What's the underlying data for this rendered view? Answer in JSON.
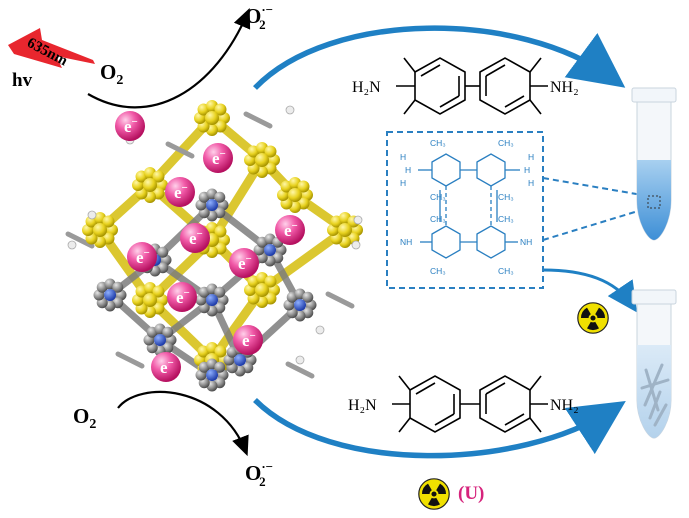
{
  "light": {
    "wavelength": "635nm",
    "symbol": "hv"
  },
  "oxygen": {
    "o2": "O",
    "o2_sub": "2",
    "superoxide": "O",
    "superoxide_sup": "·−",
    "superoxide_sub": "2"
  },
  "electron": {
    "symbol": "e",
    "charge": "−"
  },
  "molecule": {
    "amine_left": "H₂N",
    "amine_right": "NH₂",
    "ch3": "CH₃",
    "nh": "NH",
    "h": "H"
  },
  "product": {
    "uranium_label": "(U)"
  },
  "colors": {
    "arrow_blue": "#1f80c4",
    "inset_blue": "#2a7fc1",
    "electron_pink": "#e8257f",
    "framework_yellow": "#e8d21f",
    "framework_gray": "#8d8d8d",
    "uranium_label": "#d6237c",
    "laser_red": "#e8262e"
  },
  "icons": [
    "laser-bolt-icon",
    "radiation-icon",
    "test-tube-icon",
    "electron-sphere-icon"
  ]
}
